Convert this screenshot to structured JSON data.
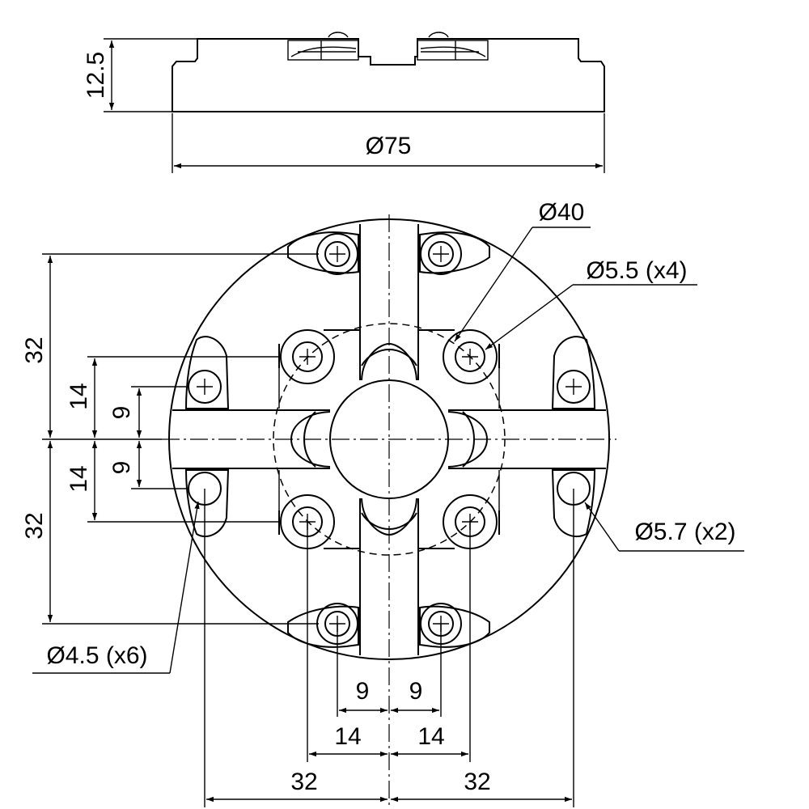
{
  "dims": {
    "height": "12.5",
    "outer_diameter": "Ø75",
    "pcd": "Ø40",
    "hole_a": "Ø5.5 (x4)",
    "hole_b": "Ø5.7 (x2)",
    "hole_c": "Ø4.5 (x6)",
    "left_32_top": "32",
    "left_14_top": "14",
    "left_9_top": "9",
    "left_9_bot": "9",
    "left_14_bot": "14",
    "left_32_bot": "32",
    "bot_9_left": "9",
    "bot_9_right": "9",
    "bot_14_left": "14",
    "bot_14_right": "14",
    "bot_32_left": "32",
    "bot_32_right": "32"
  }
}
